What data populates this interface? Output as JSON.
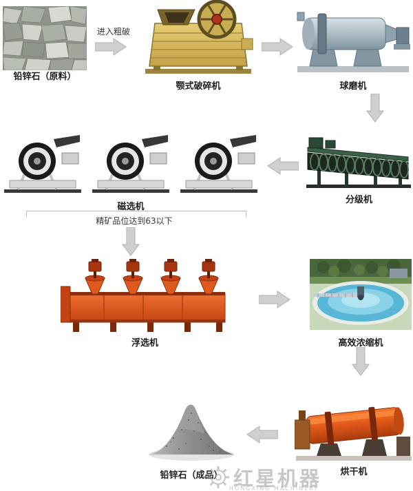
{
  "flow": {
    "raw_material_label": "铅锌石（原料）",
    "crush_arrow_note": "进入粗破",
    "jaw_crusher_label": "颚式破碎机",
    "ball_mill_label": "球磨机",
    "classifier_label": "分级机",
    "magnetic_separator_label": "磁选机",
    "grade_note": "精矿品位达到63以下",
    "flotation_label": "浮选机",
    "thickener_label": "高效浓缩机",
    "dryer_label": "烘干机",
    "product_label": "铅锌石（成品）"
  },
  "watermark": {
    "brand": "红星机器",
    "subtext": "HONGXING MACHINERY"
  },
  "colors": {
    "arrow_fill": "#cfcfcf",
    "arrow_stroke": "#b0b0b0",
    "label_text": "#1e1e1e",
    "crusher_yellow": "#d9bc62",
    "ball_mill_gray": "#aebdc6",
    "classifier_green": "#3a6148",
    "flotation_orange": "#e2551c",
    "thickener_water": "#57b5d6",
    "dryer_orange": "#e0581a"
  }
}
